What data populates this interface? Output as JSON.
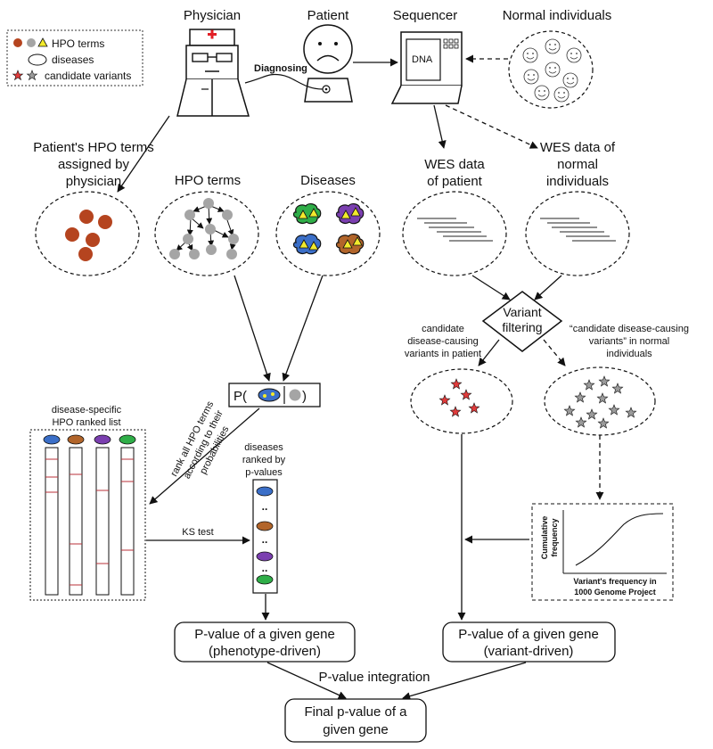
{
  "colors": {
    "hpo_term": "#b5441f",
    "hpo_node": "#a5a5a5",
    "candidate_star": "#e03b3b",
    "normal_star": "#9b9b9b",
    "blob_green": "#2fae48",
    "blob_purple": "#7b3fb0",
    "blob_blue": "#3b6fc8",
    "blob_orange": "#b2652a",
    "triangle": "#f2ea2c",
    "cross": "#e21f26",
    "rank_line": "#b8323a"
  },
  "legend": {
    "hpo_terms": "HPO terms",
    "diseases": "diseases",
    "candidate_variants": "candidate variants"
  },
  "actors": {
    "physician": "Physician",
    "patient": "Patient",
    "sequencer": "Sequencer",
    "normal_individuals": "Normal individuals",
    "diagnosing": "Diagnosing",
    "dna": "DNA"
  },
  "phenotype_side": {
    "patient_hpo": [
      "Patient's HPO terms",
      "assigned by",
      "physician"
    ],
    "hpo_terms": "HPO terms",
    "diseases": "Diseases",
    "probability_prefix": "P(",
    "probability_suffix": ")",
    "ranked_list_label": [
      "disease-specific",
      "HPO ranked list"
    ],
    "rank_note": [
      "rank all HPO terms",
      "according to their",
      "probabilities"
    ],
    "diseases_ranked": [
      "diseases",
      "ranked by",
      "p-values"
    ],
    "ks_test": "KS test",
    "dots": ".."
  },
  "variant_side": {
    "wes_patient": [
      "WES data",
      "of patient"
    ],
    "wes_normal": [
      "WES data of",
      "normal",
      "individuals"
    ],
    "variant_filtering": [
      "Variant",
      "filtering"
    ],
    "candidate_patient": [
      "candidate",
      "disease-causing",
      "variants in patient"
    ],
    "candidate_normal": [
      "“candidate disease-causing",
      "variants” in normal",
      "individuals"
    ],
    "cumulative_ylabel": [
      "Cumulative",
      "frequency"
    ],
    "cumulative_xlabel": [
      "Variant's frequency in",
      "1000 Genome Project"
    ]
  },
  "outputs": {
    "pvalue_pheno": [
      "P-value of a given gene",
      "(phenotype-driven)"
    ],
    "pvalue_variant": [
      "P-value of a given gene",
      "(variant-driven)"
    ],
    "integration": "P-value integration",
    "final": [
      "Final p-value of a",
      "given gene"
    ]
  }
}
